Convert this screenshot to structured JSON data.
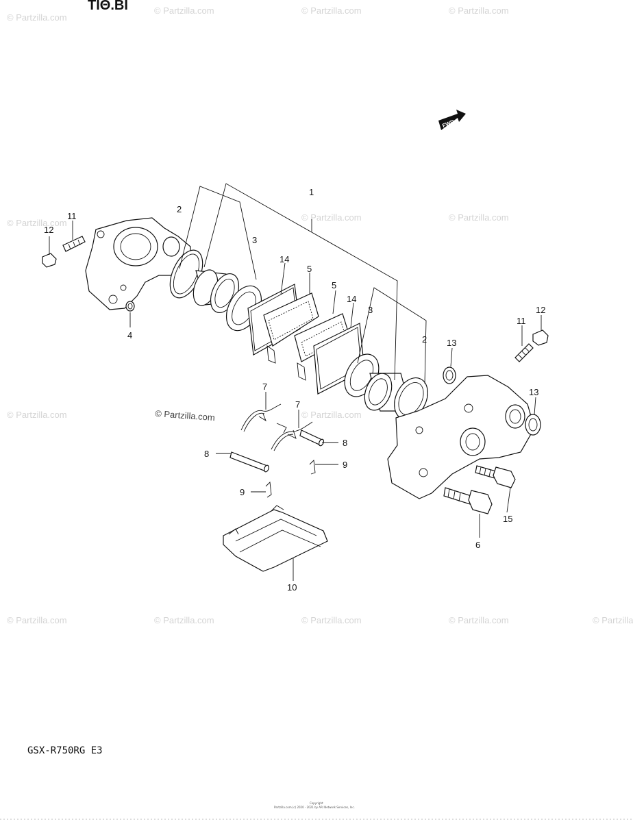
{
  "header_fragment": "ΤΙΘ.ΒΙ",
  "fwd_label": "FWD",
  "model_code": "GSX-R750RG  E3",
  "footer": {
    "line1": "Copyright",
    "line2": "Partzilla.com (c) 2020 - 2021 by ARI Network Services, Inc."
  },
  "watermark_text": "© Partzilla.com",
  "callouts": {
    "c1": "1",
    "c2a": "2",
    "c2b": "2",
    "c3a": "3",
    "c3b": "3",
    "c4": "4",
    "c5a": "5",
    "c5b": "5",
    "c6": "6",
    "c7a": "7",
    "c7b": "7",
    "c8a": "8",
    "c8b": "8",
    "c9a": "9",
    "c9b": "9",
    "c10": "10",
    "c11a": "11",
    "c11b": "11",
    "c12a": "12",
    "c12b": "12",
    "c13a": "13",
    "c13b": "13",
    "c14a": "14",
    "c14b": "14",
    "c15": "15"
  }
}
